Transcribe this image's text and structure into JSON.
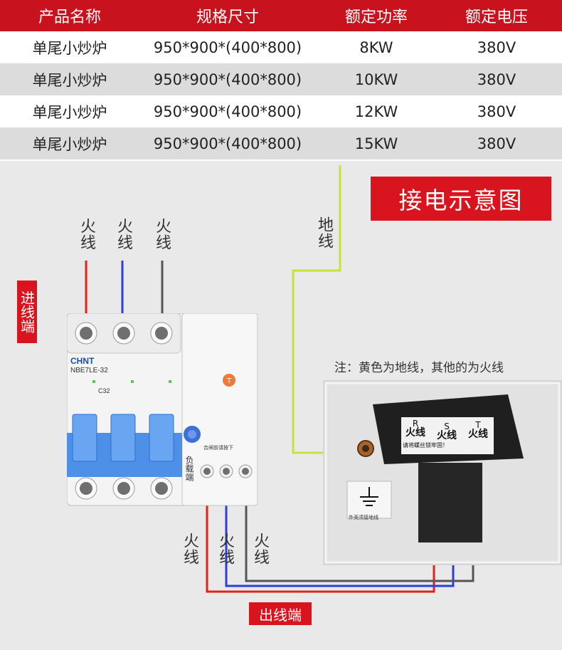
{
  "spec_table": {
    "headers": [
      "产品名称",
      "规格尺寸",
      "额定功率",
      "额定电压"
    ],
    "rows": [
      [
        "单尾小炒炉",
        "950*900*(400*800)",
        "8KW",
        "380V"
      ],
      [
        "单尾小炒炉",
        "950*900*(400*800)",
        "10KW",
        "380V"
      ],
      [
        "单尾小炒炉",
        "950*900*(400*800)",
        "12KW",
        "380V"
      ],
      [
        "单尾小炒炉",
        "950*900*(400*800)",
        "15KW",
        "380V"
      ]
    ]
  },
  "diagram": {
    "title": "接电示意图",
    "input_end_label": "进线端",
    "output_end_label": "出线端",
    "ground_label": "地线",
    "live_wire_label": "火线",
    "note": "注：黄色为地线，其他的为火线",
    "breaker": {
      "brand": "CHNT",
      "model": "NBE7LE-32",
      "rating": "C32",
      "load_end_label": "负载端",
      "reset_label": "合闸前请按下"
    },
    "terminal_box": {
      "terminals": [
        {
          "letter": "R",
          "label": "火线"
        },
        {
          "letter": "S",
          "label": "火线"
        },
        {
          "letter": "T",
          "label": "火线"
        }
      ],
      "warning": "请将螺丝锁牢固！"
    },
    "ground_sticker": "外壳须接地线"
  },
  "colors": {
    "header_red": "#c8121e",
    "title_red": "#d8141f",
    "ground_wire": "#c6e33a",
    "live_red": "#e2231a",
    "live_blue": "#2b3fd6",
    "live_gray": "#555555",
    "breaker_blue": "#4e8fe8"
  },
  "icons": [
    "ground-symbol-icon"
  ]
}
